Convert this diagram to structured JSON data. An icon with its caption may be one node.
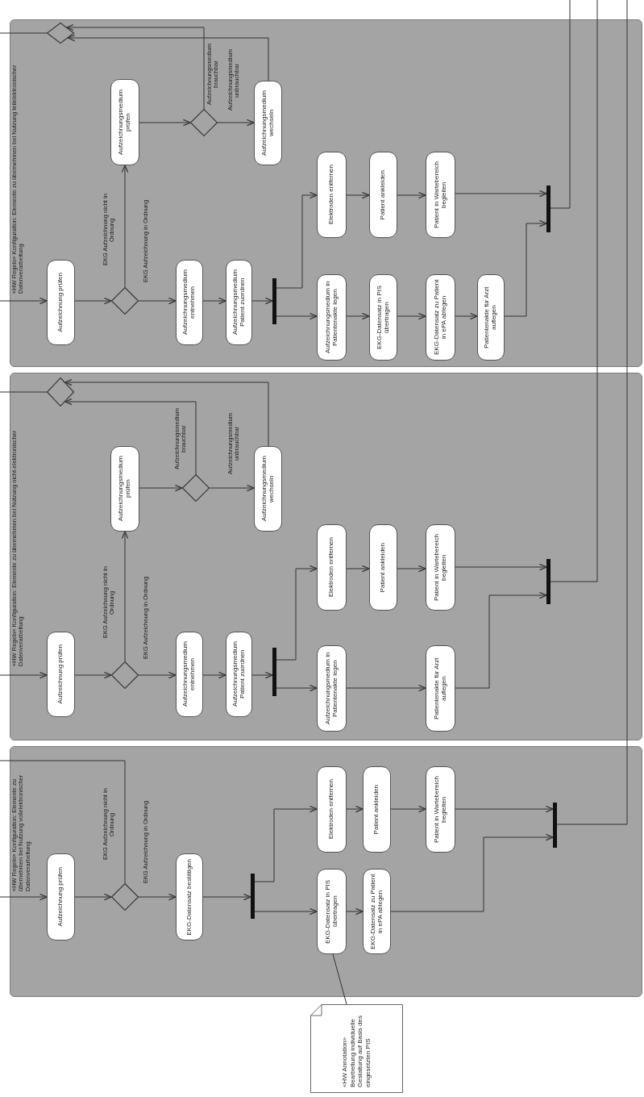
{
  "diagram": {
    "nodes": [
      {
        "text": [
          "«HW Regeln» Konfiguration: Elemente zu übernehmen bei Nutzung teilelektronischer Datenverarbeitung"
        ]
      },
      {
        "text": [],
        "shape": "diamond",
        "in": 0
      },
      {
        "text": [
          "Aufzeichnungsmedium prüfen"
        ],
        "in": 0
      },
      {
        "text": [],
        "shape": "diamond",
        "in": 0
      },
      {
        "text": [
          "Aufzeichnungsmedium wechseln"
        ],
        "in": 0
      },
      {
        "text": [
          "Aufzeichnung prüfen"
        ],
        "in": 0
      },
      {
        "text": [],
        "shape": "diamond",
        "in": 0
      },
      {
        "text": [
          "Aufzeichnungsmedium entnehmen"
        ],
        "in": 0
      },
      {
        "text": [
          "Aufzeichnungsmedium Patient zuordnen"
        ],
        "in": 0
      },
      {
        "text": [],
        "shape": "bar",
        "in": 0
      },
      {
        "text": [
          "Elektroden entfernen"
        ],
        "in": 0
      },
      {
        "text": [
          "Patient ankleiden"
        ],
        "in": 0
      },
      {
        "text": [
          "Patient in Wartebereich begleiten"
        ],
        "in": 0
      },
      {
        "text": [
          "Aufzeichnungsmedium in Patientenakte legen"
        ],
        "in": 0
      },
      {
        "text": [
          "EKG-Datensatz in PIS übertragen"
        ],
        "in": 0
      },
      {
        "text": [
          "EKG-Datensatz zu Patient in ePA ablegen"
        ],
        "in": 0
      },
      {
        "text": [
          "Patientenakte für Arzt auflegen"
        ],
        "in": 0
      },
      {
        "text": [],
        "shape": "bar",
        "in": 0
      },
      {
        "text": [
          "«HW Regeln» Konfiguration: Elemente zu übernehmen bei Nutzung nicht-elektronischer Datenverarbeitung"
        ]
      },
      {
        "text": [],
        "shape": "diamond",
        "in": 18
      },
      {
        "text": [
          "Aufzeichnungsmedium prüfen"
        ],
        "in": 18
      },
      {
        "text": [],
        "shape": "diamond",
        "in": 18
      },
      {
        "text": [
          "Aufzeichnungsmedium wechseln"
        ],
        "in": 18
      },
      {
        "text": [
          "Aufzeichnung prüfen"
        ],
        "in": 18
      },
      {
        "text": [],
        "shape": "diamond",
        "in": 18
      },
      {
        "text": [
          "Aufzeichnungsmedium entnehmen"
        ],
        "in": 18
      },
      {
        "text": [
          "Aufzeichnungsmedium Patient zuordnen"
        ],
        "in": 18
      },
      {
        "text": [],
        "shape": "bar",
        "in": 18
      },
      {
        "text": [
          "Elektroden entfernen"
        ],
        "in": 18
      },
      {
        "text": [
          "Patient ankleiden"
        ],
        "in": 18
      },
      {
        "text": [
          "Patient in Wartebereich begleiten"
        ],
        "in": 18
      },
      {
        "text": [
          "Aufzeichnungsmedium in Patientenakte legen"
        ],
        "in": 18
      },
      {
        "text": [
          "Patientenakte für Arzt auflegen"
        ],
        "in": 18
      },
      {
        "text": [],
        "shape": "bar",
        "in": 18
      },
      {
        "text": [
          "«HW Regeln» Konfiguration: Elemente zu übernehmen bei Nutzung vollelektronischer Datenverarbeitung"
        ]
      },
      {
        "text": [
          "Aufzeichnung prüfen"
        ],
        "in": 34
      },
      {
        "text": [],
        "shape": "diamond",
        "in": 34
      },
      {
        "text": [
          "EKG-Datensatz bestätigen"
        ],
        "in": 34
      },
      {
        "text": [],
        "shape": "bar",
        "in": 34
      },
      {
        "text": [
          "Elektroden entfernen"
        ],
        "in": 34
      },
      {
        "text": [
          "Patient ankleiden"
        ],
        "in": 34
      },
      {
        "text": [
          "Patient in Wartebereich begleiten"
        ],
        "in": 34
      },
      {
        "text": [
          "EKG-Datensatz in PIS übertragen"
        ],
        "in": 34
      },
      {
        "text": [
          "EKG-Datensatz zu Patient in ePA ablegen"
        ],
        "in": 34
      },
      {
        "text": [],
        "shape": "bar",
        "in": 34
      },
      {
        "text": [
          "«HW Annotation» Bearbeitung individuelle Gestaltung auf Basis des eingesetzten PIS"
        ]
      }
    ],
    "edges": [
      {
        "from": null,
        "to": 5,
        "arrow": "to"
      },
      {
        "from": 5,
        "to": 6,
        "arrow": "to"
      },
      {
        "from": 6,
        "to": 2,
        "arrow": "to",
        "label": "EKG Aufzeichnung nicht in Ordnung"
      },
      {
        "from": 6,
        "to": 7,
        "arrow": "to",
        "label": "EKG Aufzeichnung in Ordnung"
      },
      {
        "from": 7,
        "to": 8,
        "arrow": "to"
      },
      {
        "from": 8,
        "to": 9,
        "arrow": "to"
      },
      {
        "from": 9,
        "to": 10,
        "arrow": "to"
      },
      {
        "from": 9,
        "to": 13,
        "arrow": "to"
      },
      {
        "from": 10,
        "to": 11,
        "arrow": "to"
      },
      {
        "from": 11,
        "to": 12,
        "arrow": "to"
      },
      {
        "from": 13,
        "to": 14,
        "arrow": "to"
      },
      {
        "from": 14,
        "to": 15,
        "arrow": "to"
      },
      {
        "from": 15,
        "to": 16,
        "arrow": "to"
      },
      {
        "from": 12,
        "to": 17,
        "arrow": "to"
      },
      {
        "from": 16,
        "to": 17,
        "arrow": "to"
      },
      {
        "from": 17,
        "to": null,
        "arrow": "none"
      },
      {
        "from": 2,
        "to": 3,
        "arrow": "to"
      },
      {
        "from": 3,
        "to": 4,
        "arrow": "to",
        "label": "Aufzeichnungsmedium unbrauchbar"
      },
      {
        "from": 3,
        "to": 1,
        "arrow": "to",
        "label": "Aufzeichnungsmedium brauchbar"
      },
      {
        "from": 4,
        "to": 1,
        "arrow": "to"
      },
      {
        "from": 1,
        "to": null,
        "arrow": "none"
      },
      {
        "from": null,
        "to": 23,
        "arrow": "to"
      },
      {
        "from": 23,
        "to": 24,
        "arrow": "to"
      },
      {
        "from": 24,
        "to": 20,
        "arrow": "to",
        "label": "EKG Aufzeichnung nicht in Ordnung"
      },
      {
        "from": 24,
        "to": 25,
        "arrow": "to",
        "label": "EKG Aufzeichnung in Ordnung"
      },
      {
        "from": 25,
        "to": 26,
        "arrow": "to"
      },
      {
        "from": 26,
        "to": 27,
        "arrow": "to"
      },
      {
        "from": 27,
        "to": 28,
        "arrow": "to"
      },
      {
        "from": 27,
        "to": 31,
        "arrow": "to"
      },
      {
        "from": 28,
        "to": 29,
        "arrow": "to"
      },
      {
        "from": 29,
        "to": 30,
        "arrow": "to"
      },
      {
        "from": 31,
        "to": 32,
        "arrow": "to"
      },
      {
        "from": 30,
        "to": 33,
        "arrow": "to"
      },
      {
        "from": 32,
        "to": 33,
        "arrow": "to"
      },
      {
        "from": 33,
        "to": null,
        "arrow": "none"
      },
      {
        "from": 20,
        "to": 21,
        "arrow": "to"
      },
      {
        "from": 21,
        "to": 22,
        "arrow": "to",
        "label": "Aufzeichnungsmedium unbrauchbar"
      },
      {
        "from": 21,
        "to": 19,
        "arrow": "to",
        "label": "Aufzeichnungsmedium brauchbar"
      },
      {
        "from": 22,
        "to": 19,
        "arrow": "to"
      },
      {
        "from": 19,
        "to": null,
        "arrow": "none"
      },
      {
        "from": null,
        "to": 35,
        "arrow": "to"
      },
      {
        "from": 35,
        "to": 36,
        "arrow": "to"
      },
      {
        "from": 36,
        "to": null,
        "arrow": "none",
        "label": "EKG Aufzeichnung nicht in Ordnung"
      },
      {
        "from": 36,
        "to": 37,
        "arrow": "to",
        "label": "EKG Aufzeichnung in Ordnung"
      },
      {
        "from": 37,
        "to": 38,
        "arrow": "to"
      },
      {
        "from": 38,
        "to": 39,
        "arrow": "to"
      },
      {
        "from": 38,
        "to": 42,
        "arrow": "to"
      },
      {
        "from": 39,
        "to": 40,
        "arrow": "to"
      },
      {
        "from": 40,
        "to": 41,
        "arrow": "to"
      },
      {
        "from": 42,
        "to": 43,
        "arrow": "to"
      },
      {
        "from": 41,
        "to": 44,
        "arrow": "to"
      },
      {
        "from": 43,
        "to": 44,
        "arrow": "to"
      },
      {
        "from": 44,
        "to": null,
        "arrow": "none"
      },
      {
        "from": 45,
        "to": 42,
        "arrow": "none"
      }
    ]
  }
}
